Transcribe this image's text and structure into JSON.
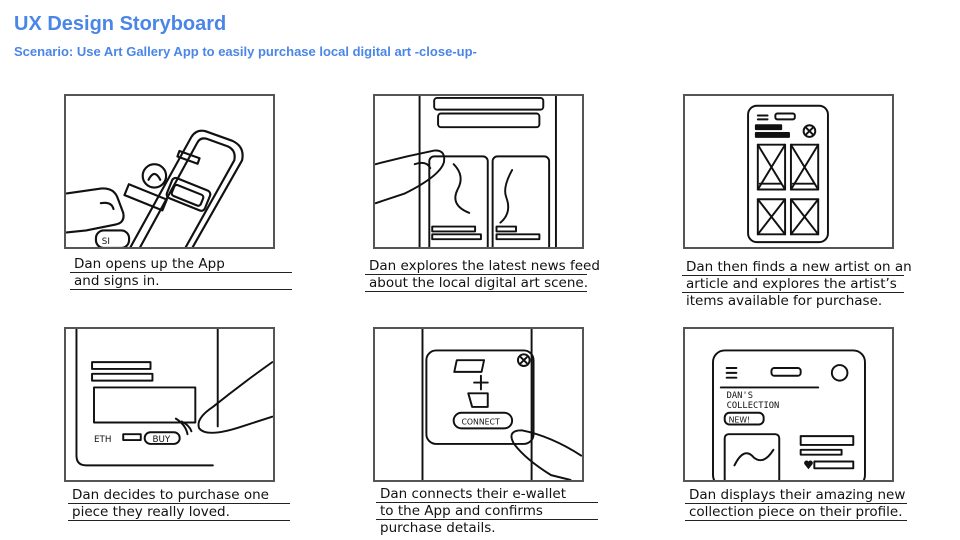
{
  "header": {
    "title": "UX Design Storyboard",
    "subtitle": "Scenario: Use Art Gallery App to easily purchase local digital art -close-up-"
  },
  "frames": [
    {
      "caption_lines": [
        "Dan opens up the App",
        "and signs in."
      ],
      "sketch": "phone-sign-in"
    },
    {
      "caption_lines": [
        "Dan explores the latest news feed",
        "about the local digital art scene."
      ],
      "sketch": "news-feed-scroll"
    },
    {
      "caption_lines": [
        "Dan then finds a new artist on an",
        "article and explores the artist’s",
        "items available for purchase."
      ],
      "sketch": "artist-gallery"
    },
    {
      "caption_lines": [
        "Dan decides to purchase one",
        "piece they really loved."
      ],
      "sketch": "purchase-buy"
    },
    {
      "caption_lines": [
        "Dan connects their e-wallet",
        "to the App and confirms",
        "purchase details."
      ],
      "sketch": "wallet-connect"
    },
    {
      "caption_lines": [
        "Dan displays their amazing new",
        "collection piece on their profile."
      ],
      "sketch": "profile-collection"
    }
  ],
  "sketch_text": {
    "buy": "BUY",
    "eth": "ETH",
    "connect": "CONNECT",
    "collection_title_1": "DAN'S",
    "collection_title_2": "COLLECTION",
    "new_tag": "NEW!",
    "sign_in_partial": "SI"
  },
  "colors": {
    "accent": "#4a86e8",
    "ink": "#111111",
    "frame_border": "#555555"
  }
}
